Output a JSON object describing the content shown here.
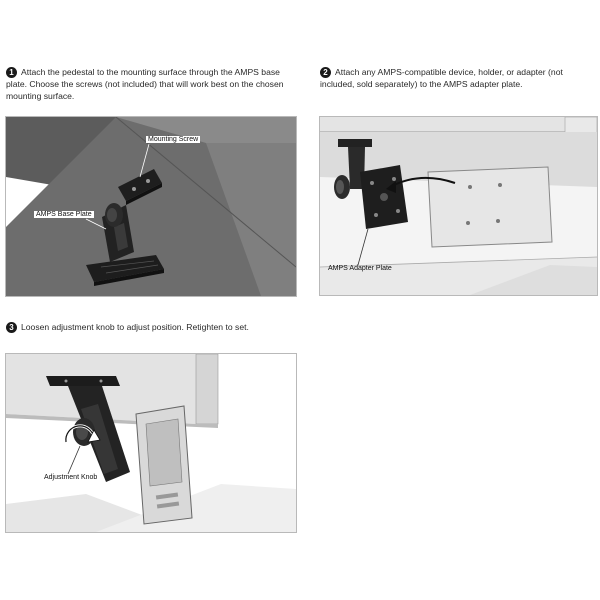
{
  "steps": [
    {
      "number": "1",
      "text": "Attach the pedestal to the mounting surface through the AMPS base plate. Choose the screws (not included) that will work best on the chosen mounting surface.",
      "labels": {
        "mounting_screw": "Mounting Screw",
        "base_plate": "AMPS Base Plate"
      }
    },
    {
      "number": "2",
      "text": "Attach any AMPS-compatible device, holder, or adapter (not included, sold separately) to the AMPS adapter plate.",
      "labels": {
        "adapter_plate": "AMPS Adapter Plate"
      }
    },
    {
      "number": "3",
      "text": "Loosen adjustment knob to adjust position. Retighten to set.",
      "labels": {
        "adjustment_knob": "Adjustment Knob"
      }
    }
  ]
}
